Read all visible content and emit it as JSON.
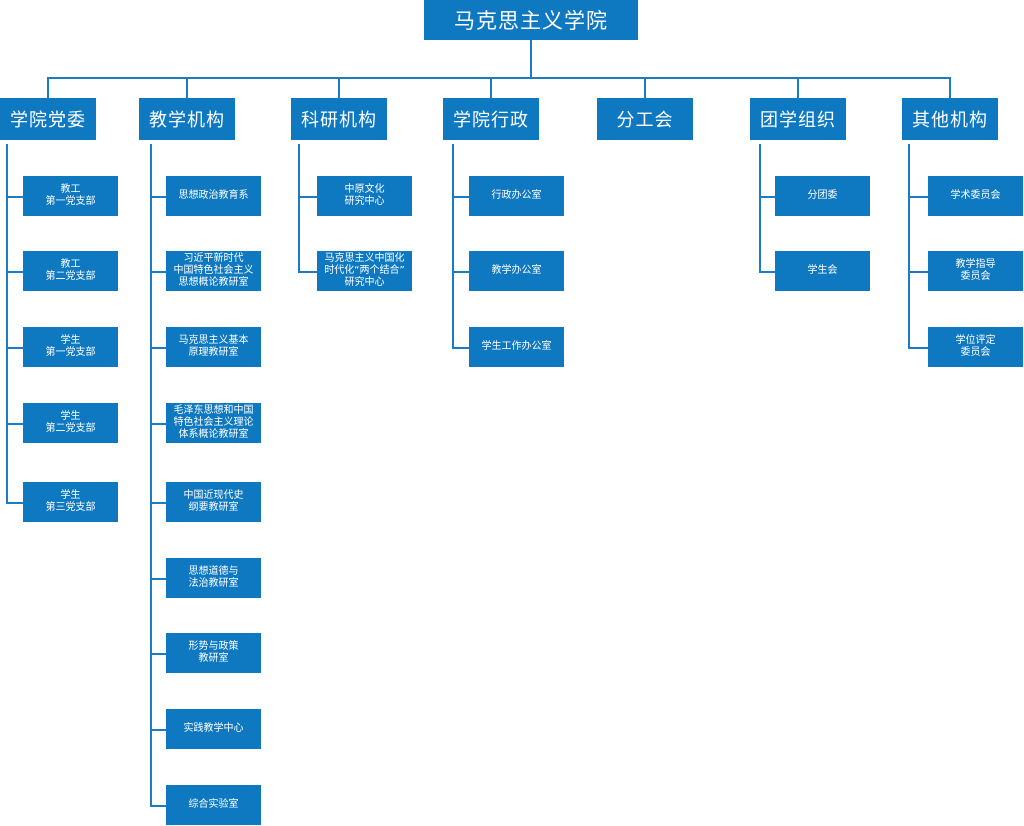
{
  "root": "马克思主义学院",
  "colors": {
    "box": "#0e78c0",
    "line": "#1a7cc4",
    "text": "#ffffff"
  },
  "departments": [
    {
      "name": "学院党委",
      "children": [
        "教工\n第一党支部",
        "教工\n第二党支部",
        "学生\n第一党支部",
        "学生\n第二党支部",
        "学生\n第三党支部"
      ]
    },
    {
      "name": "教学机构",
      "children": [
        "思想政治教育系",
        "习近平新时代\n中国特色社会主义\n思想概论教研室",
        "马克思主义基本\n原理教研室",
        "毛泽东思想和中国\n特色社会主义理论\n体系概论教研室",
        "中国近现代史\n纲要教研室",
        "思想道德与\n法治教研室",
        "形势与政策\n教研室",
        "实践教学中心",
        "综合实验室"
      ]
    },
    {
      "name": "科研机构",
      "children": [
        "中原文化\n研究中心",
        "马克思主义中国化\n时代化“两个结合”\n研究中心"
      ]
    },
    {
      "name": "学院行政",
      "children": [
        "行政办公室",
        "教学办公室",
        "学生工作办公室"
      ]
    },
    {
      "name": "分工会",
      "children": []
    },
    {
      "name": "团学组织",
      "children": [
        "分团委",
        "学生会"
      ]
    },
    {
      "name": "其他机构",
      "children": [
        "学术委员会",
        "教学指导\n委员会",
        "学位评定\n委员会"
      ]
    }
  ]
}
